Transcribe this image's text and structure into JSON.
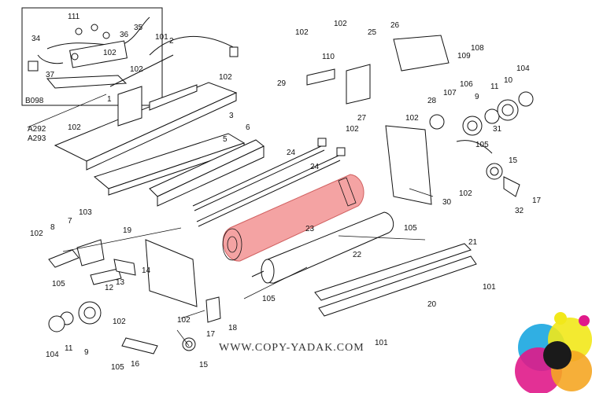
{
  "diagram": {
    "highlight_color": "#f4a3a3",
    "watermark": "WWW.COPY-YADAK.COM",
    "labels": {
      "l111": "111",
      "l35": "35",
      "l34": "34",
      "l36": "36",
      "l102a": "102",
      "l37": "37",
      "lB098": "B098",
      "l101a": "101",
      "l2": "2",
      "l102b": "102",
      "l102c": "102",
      "l1": "1",
      "l3": "3",
      "lA292": "A292",
      "lA293": "A293",
      "l102d": "102",
      "l102e": "102",
      "l102f": "102",
      "l25": "25",
      "l26": "26",
      "l108": "108",
      "l110": "110",
      "l109": "109",
      "l29": "29",
      "l104a": "104",
      "l10": "10",
      "l11a": "11",
      "l106": "106",
      "l9a": "9",
      "l107": "107",
      "l28": "28",
      "l27": "27",
      "l102g": "102",
      "l102h": "102",
      "l31": "31",
      "l105a": "105",
      "l6": "6",
      "l5": "5",
      "l24a": "24",
      "l24b": "24",
      "l15a": "15",
      "l102i": "102",
      "l30": "30",
      "l17a": "17",
      "l32": "32",
      "l23": "23",
      "l22": "22",
      "l105b": "105",
      "l21": "21",
      "l102j": "102",
      "l8": "8",
      "l7": "7",
      "l103": "103",
      "l19": "19",
      "l14": "14",
      "l105c": "105",
      "l13": "13",
      "l12": "12",
      "l105d": "105",
      "l101b": "101",
      "l20": "20",
      "l102k": "102",
      "l102l": "102",
      "l17b": "17",
      "l18": "18",
      "l104b": "104",
      "l11b": "11",
      "l9b": "9",
      "l101c": "101",
      "l105e": "105",
      "l16": "16",
      "l15b": "15"
    }
  }
}
